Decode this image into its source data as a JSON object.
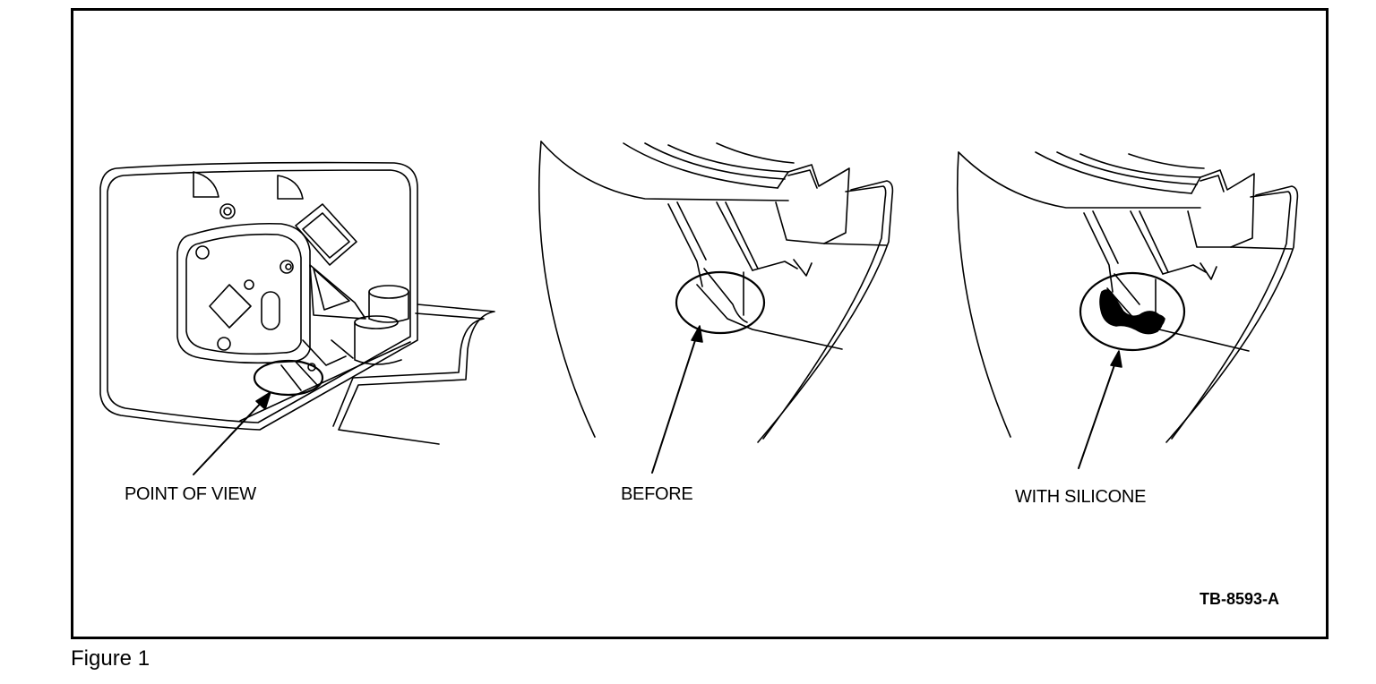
{
  "figure": {
    "caption": "Figure 1",
    "code": "TB-8593-A",
    "panels": [
      {
        "label": "POINT OF VIEW",
        "icon": "mirror-housing-rear-view"
      },
      {
        "label": "BEFORE",
        "icon": "seam-closeup-before"
      },
      {
        "label": "WITH SILICONE",
        "icon": "seam-closeup-with-silicone"
      }
    ]
  },
  "colors": {
    "ink": "#000000",
    "paper": "#ffffff"
  }
}
